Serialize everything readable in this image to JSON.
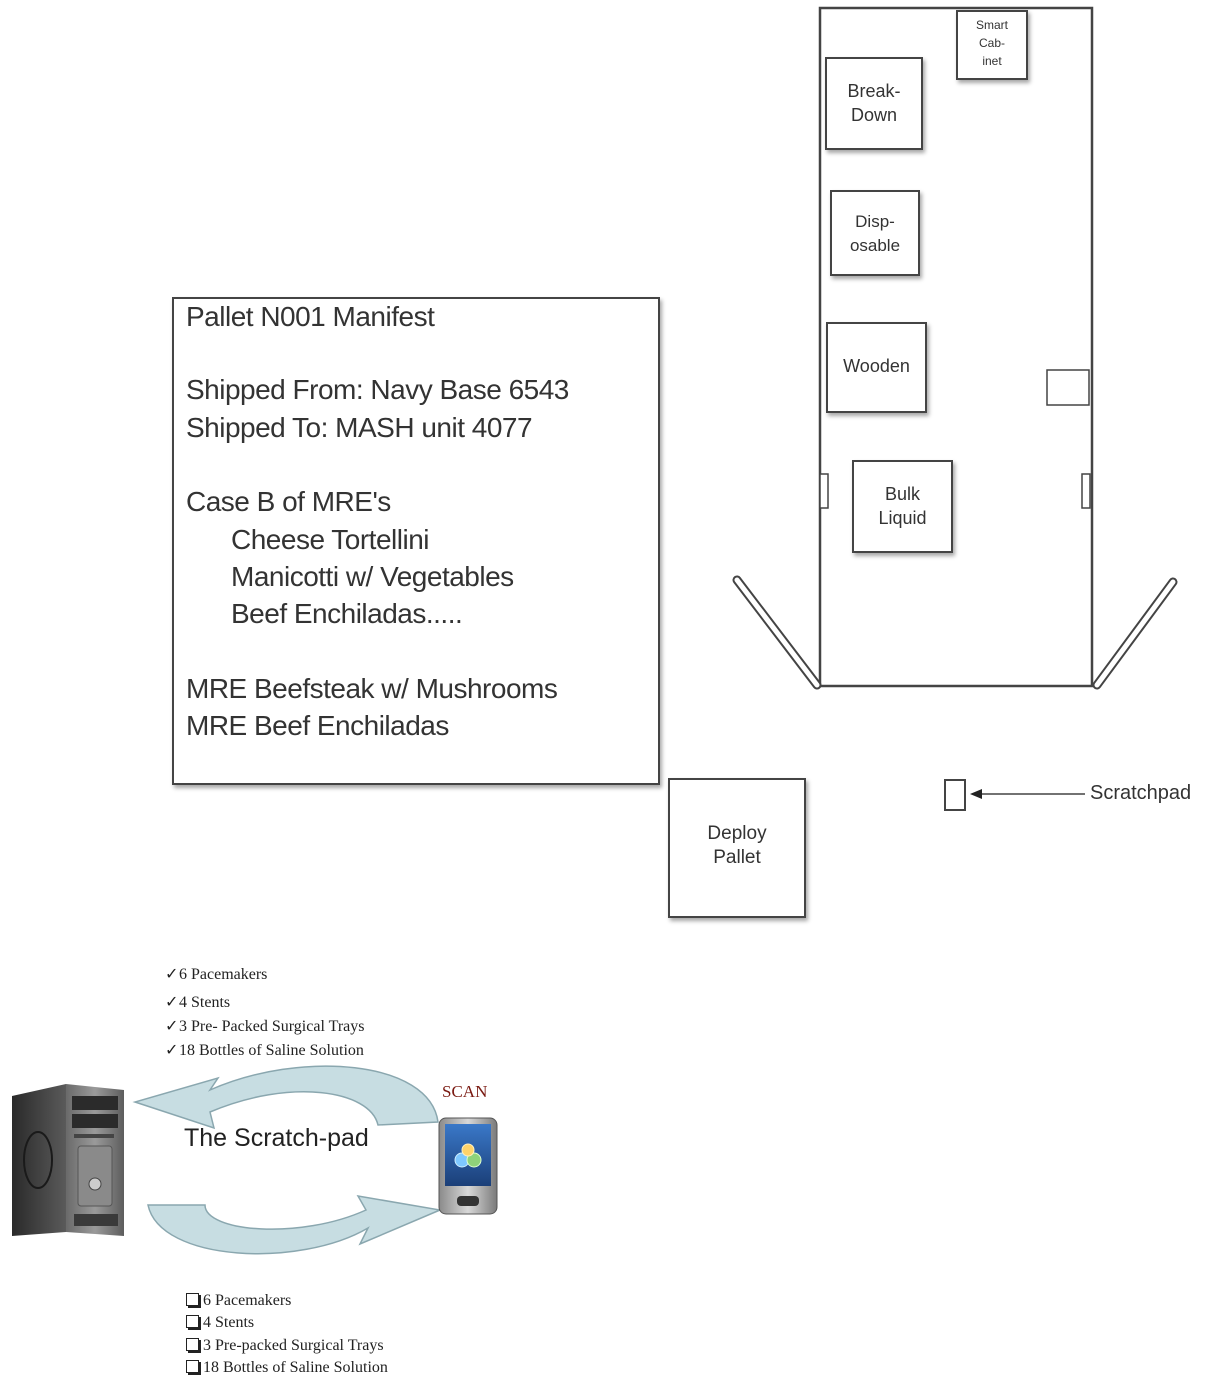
{
  "manifest": {
    "title": "Pallet N001 Manifest",
    "shipped_from": "Shipped From: Navy Base 6543",
    "shipped_to": "Shipped To: MASH unit 4077",
    "case_header": "Case B of MRE's",
    "case_items": [
      "Cheese Tortellini",
      "Manicotti w/ Vegetables",
      "Beef Enchiladas....."
    ],
    "loose_items": [
      "MRE Beefsteak w/ Mushrooms",
      "MRE Beef Enchiladas"
    ]
  },
  "floor_plan": {
    "smart_cabinet": [
      "Smart",
      "Cab-",
      "inet"
    ],
    "breakdown": [
      "Break-",
      "Down"
    ],
    "disposable": [
      "Disp-",
      "osable"
    ],
    "wooden": [
      "Wooden"
    ],
    "bulk_liquid": [
      "Bulk",
      "Liquid"
    ],
    "deploy_pallet": [
      "Deploy",
      "Pallet"
    ],
    "scratchpad_label": "Scratchpad"
  },
  "sync": {
    "checked_items": [
      "6 Pacemakers",
      "4 Stents",
      "3 Pre- Packed Surgical Trays",
      "18 Bottles of Saline Solution"
    ],
    "unchecked_items": [
      "6 Pacemakers",
      "4 Stents",
      "3 Pre-packed Surgical Trays",
      "18 Bottles of Saline Solution"
    ],
    "scan_label": "SCAN",
    "center_label": "The Scratch-pad",
    "check_mark": "✓"
  },
  "colors": {
    "arrow_fill": "#c7dde2",
    "arrow_stroke": "#7f9fa8",
    "scan_text": "#7a1a12",
    "line": "#444444"
  }
}
